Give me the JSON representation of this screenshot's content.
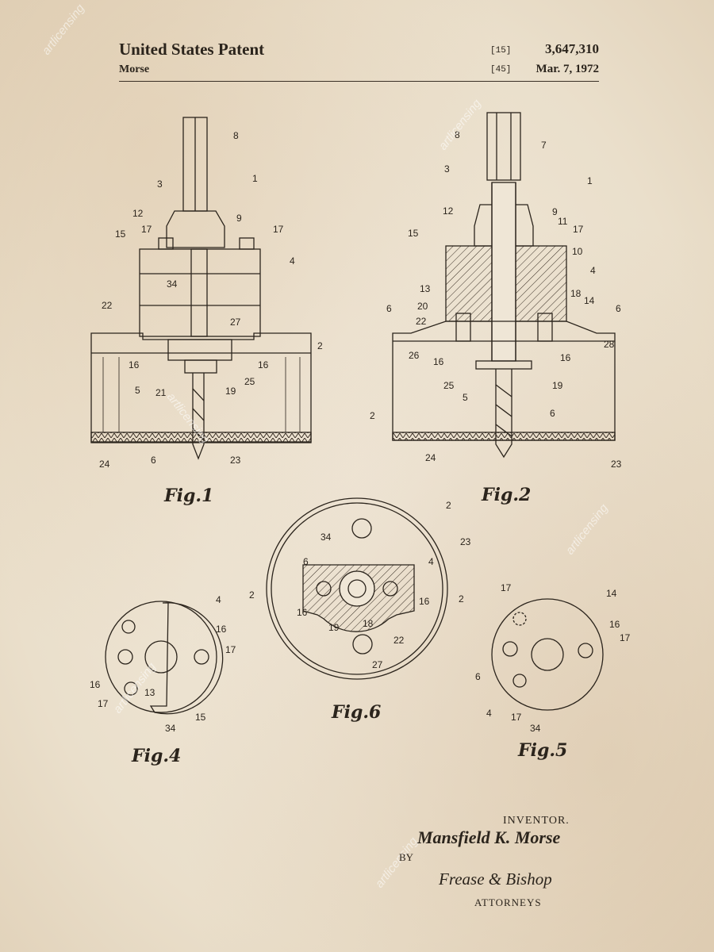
{
  "header": {
    "title": "United States Patent",
    "assignee": "Morse",
    "code_15": "[15]",
    "code_45": "[45]",
    "patent_number": "3,647,310",
    "date": "Mar. 7, 1972"
  },
  "figures": {
    "fig1": "Fig.1",
    "fig2": "Fig.2",
    "fig4": "Fig.4",
    "fig5": "Fig.5",
    "fig6": "Fig.6"
  },
  "signature": {
    "inventor_label": "INVENTOR.",
    "inventor_name": "Mansfield K. Morse",
    "by": "BY",
    "attorneys_name": "Frease & Bishop",
    "attorneys_label": "ATTORNEYS"
  },
  "watermark": "artlicensing",
  "colors": {
    "paper": "#efe6d6",
    "ink": "#2b241c"
  },
  "refs": {
    "r1": "1",
    "r2": "2",
    "r3": "3",
    "r4": "4",
    "r5": "5",
    "r6": "6",
    "r7": "7",
    "r8": "8",
    "r9": "9",
    "r10": "10",
    "r11": "11",
    "r12": "12",
    "r13": "13",
    "r14": "14",
    "r15": "15",
    "r16": "16",
    "r17": "17",
    "r18": "18",
    "r19": "19",
    "r20": "20",
    "r21": "21",
    "r22": "22",
    "r23": "23",
    "r24": "24",
    "r25": "25",
    "r26": "26",
    "r27": "27",
    "r34": "34"
  }
}
